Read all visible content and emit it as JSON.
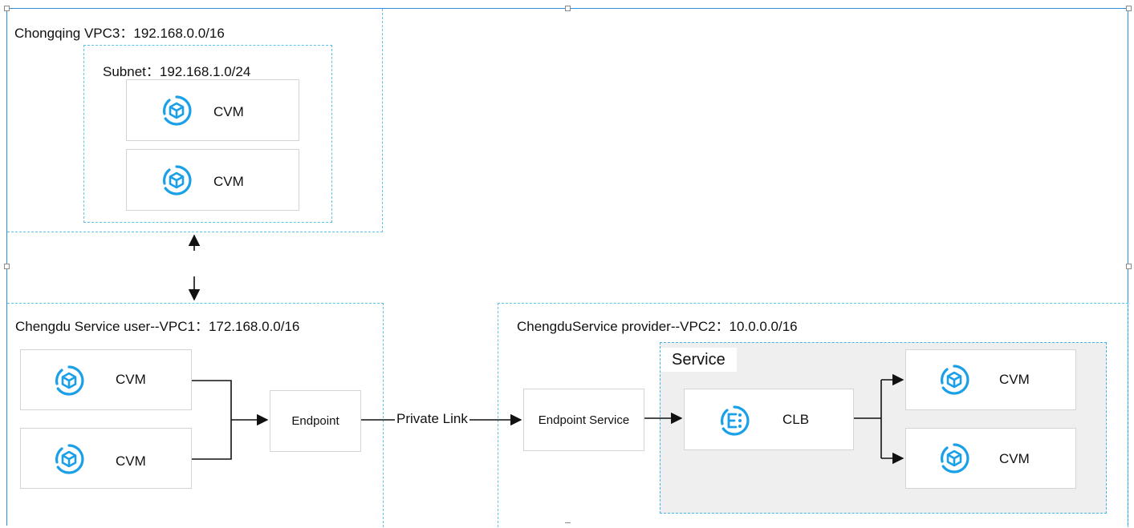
{
  "vpc3": {
    "title": "Chongqing VPC3：192.168.0.0/16",
    "subnet": "Subnet：192.168.1.0/24",
    "nodes": [
      {
        "label": "CVM",
        "icon": "cvm-icon"
      },
      {
        "label": "CVM",
        "icon": "cvm-icon"
      }
    ]
  },
  "vpc1": {
    "title": "Chengdu Service user--VPC1：172.168.0.0/16",
    "nodes": [
      {
        "label": "CVM",
        "icon": "cvm-icon"
      },
      {
        "label": "CVM",
        "icon": "cvm-icon"
      }
    ],
    "endpoint": "Endpoint"
  },
  "link": {
    "label": "Private Link"
  },
  "vpc2": {
    "title": "ChengduService provider--VPC2：10.0.0.0/16",
    "endpoint_service": "Endpoint Service",
    "service_title": "Service",
    "clb": {
      "label": "CLB",
      "icon": "clb-icon"
    },
    "nodes": [
      {
        "label": "CVM",
        "icon": "cvm-icon"
      },
      {
        "label": "CVM",
        "icon": "cvm-icon"
      }
    ]
  },
  "colors": {
    "icon": "#1aa0e8",
    "dashed_border": "#5ec3ec",
    "frame": "#2e8fe0",
    "service_bg": "#efefef"
  }
}
